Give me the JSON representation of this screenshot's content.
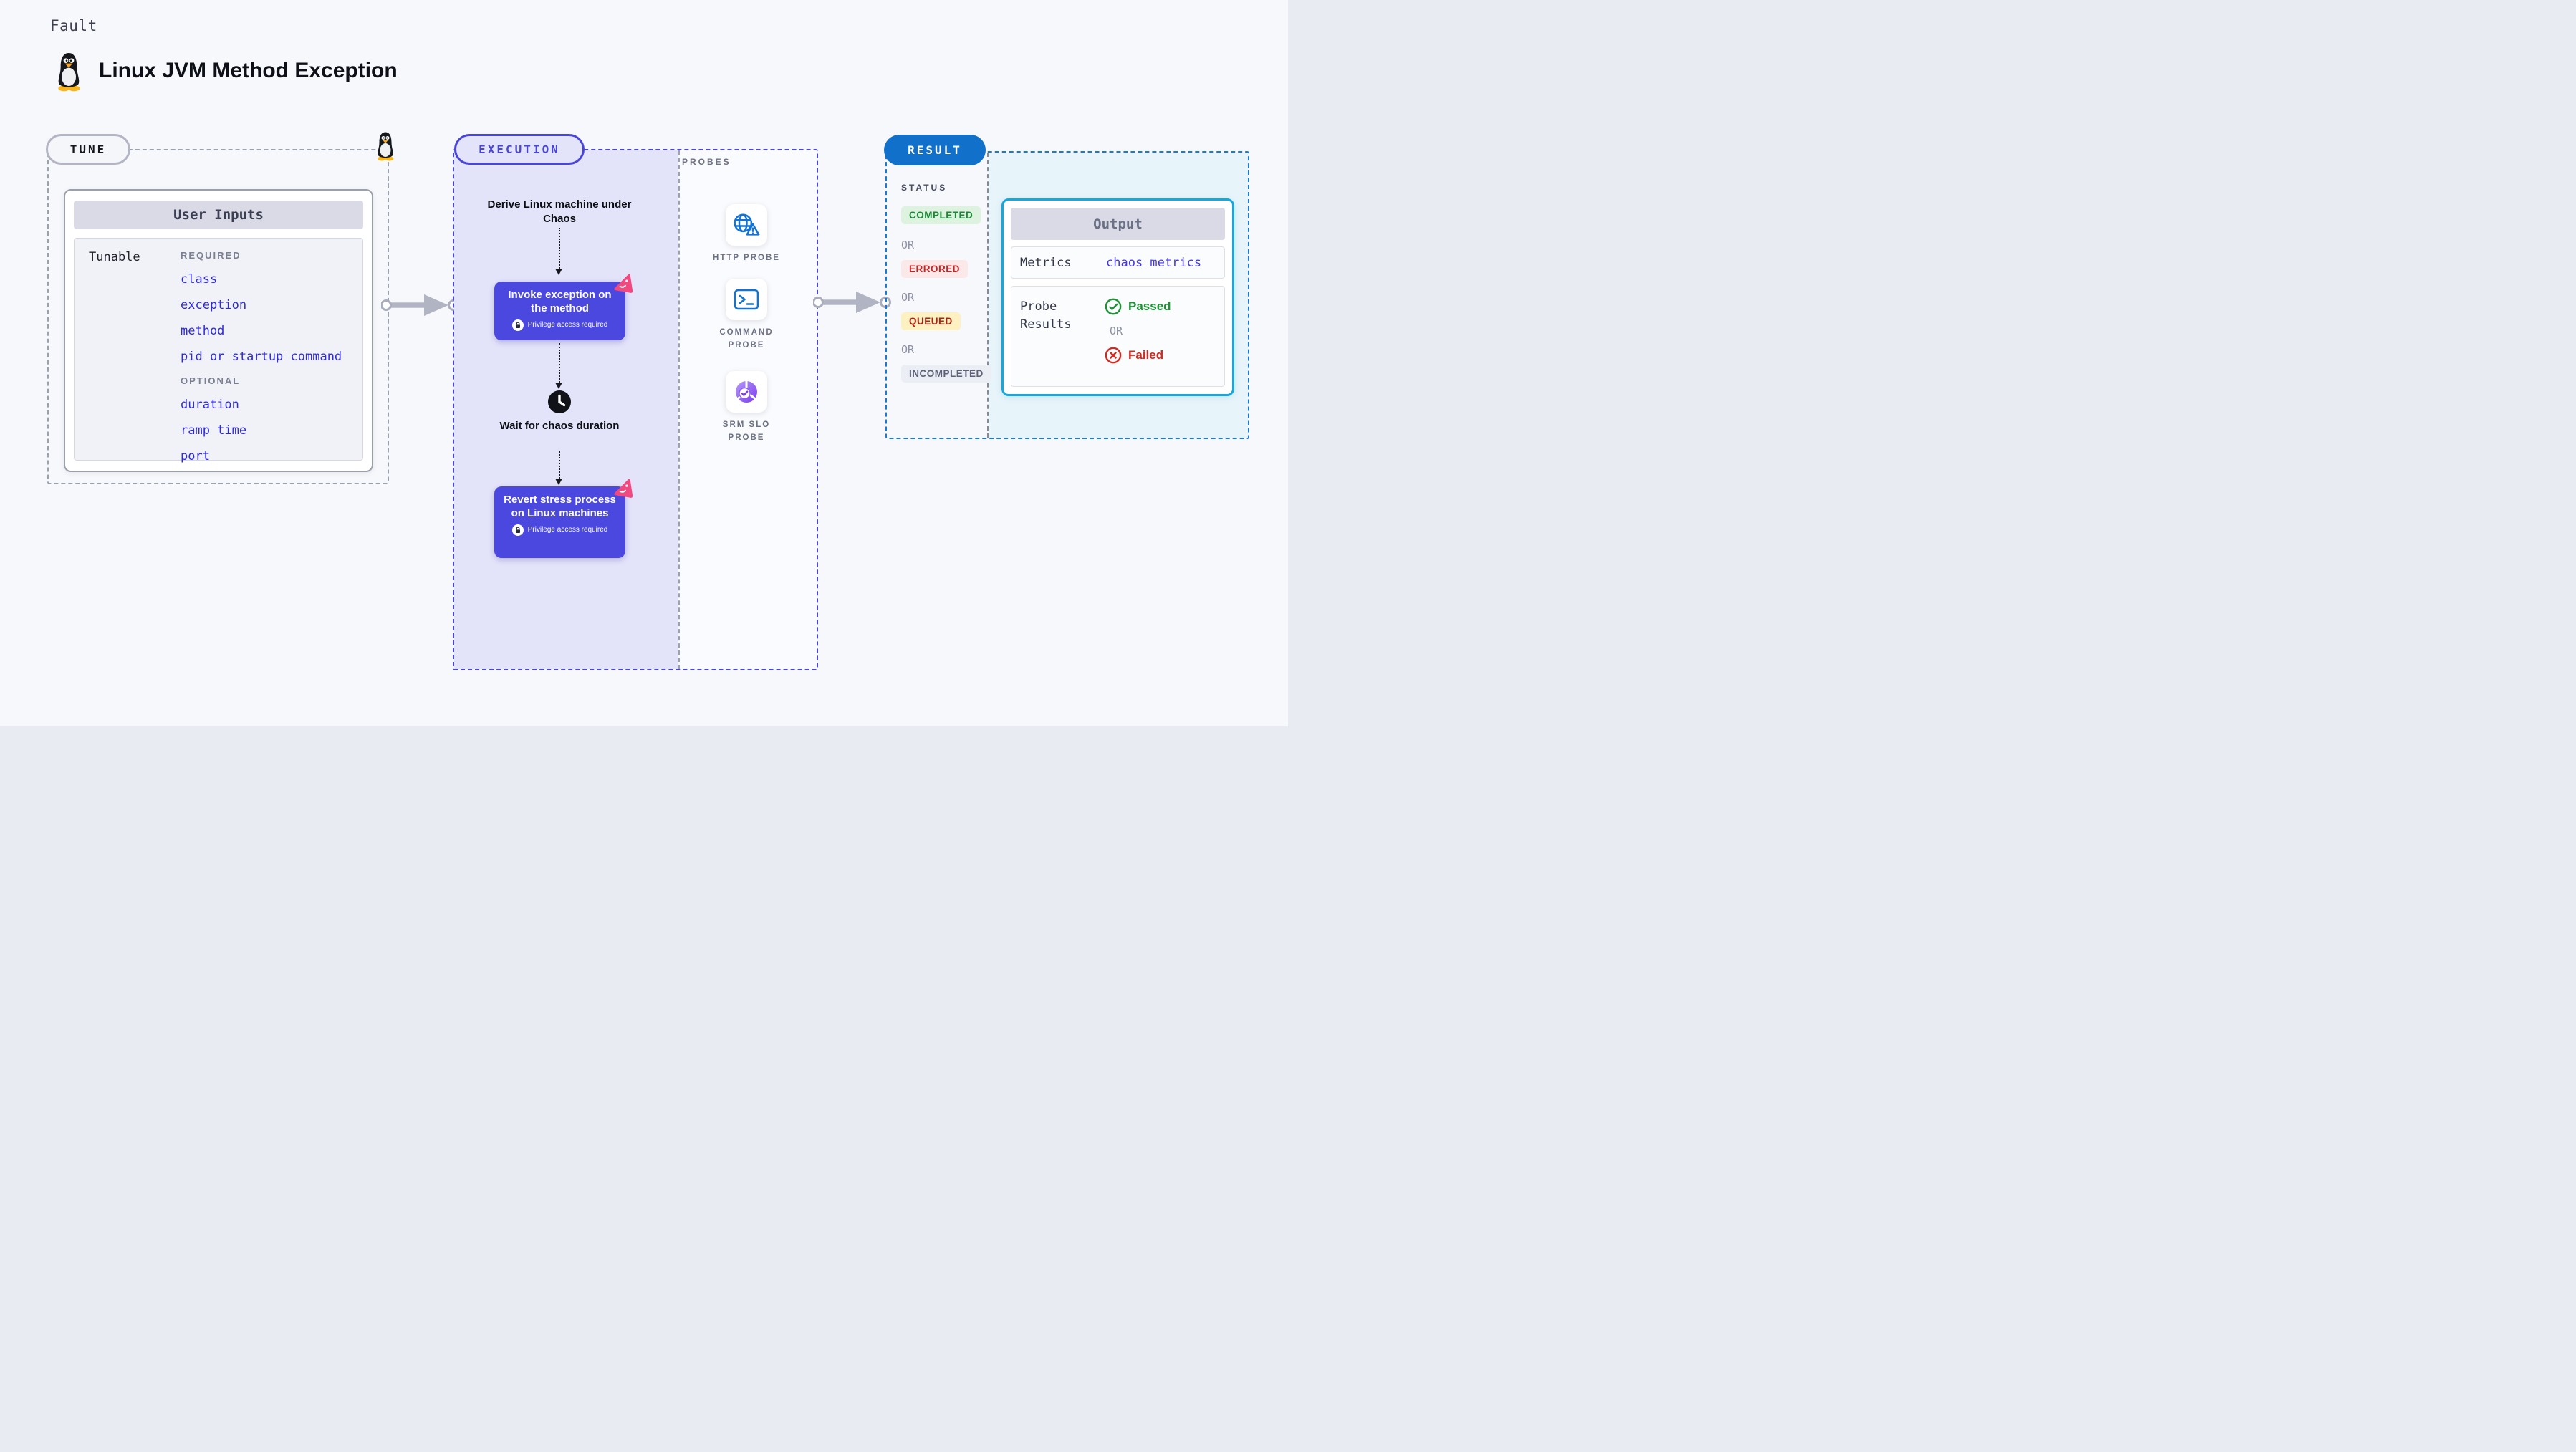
{
  "header": {
    "kicker": "Fault",
    "title": "Linux JVM Method Exception",
    "icon": "linux-tux"
  },
  "tune": {
    "label": "TUNE",
    "card_title": "User Inputs",
    "row_label": "Tunable",
    "required_label": "REQUIRED",
    "required": [
      "class",
      "exception",
      "method",
      "pid or startup command"
    ],
    "optional_label": "OPTIONAL",
    "optional": [
      "duration",
      "ramp time",
      "port"
    ]
  },
  "execution": {
    "label": "EXECUTION",
    "step_derive": "Derive Linux machine under Chaos",
    "invoke_title": "Invoke exception on the method",
    "wait_title": "Wait for chaos duration",
    "revert_title": "Revert stress process on Linux machines",
    "privilege": "Privilege access required"
  },
  "probes": {
    "label": "PROBES",
    "items": [
      {
        "icon": "http-probe-icon",
        "label": "HTTP PROBE"
      },
      {
        "icon": "command-probe-icon",
        "label": "COMMAND PROBE"
      },
      {
        "icon": "srm-slo-probe-icon",
        "label": "SRM SLO PROBE"
      }
    ]
  },
  "result": {
    "label": "RESULT",
    "status_label": "STATUS",
    "or_label": "OR",
    "statuses": [
      {
        "text": "COMPLETED",
        "color": "#188a36"
      },
      {
        "text": "ERRORED",
        "color": "#c52525"
      },
      {
        "text": "QUEUED",
        "color": "#b01f12"
      },
      {
        "text": "INCOMPLETED",
        "color": "#5c6177"
      }
    ],
    "output": {
      "title": "Output",
      "metrics_label": "Metrics",
      "metrics_link": "chaos metrics",
      "probe_results_label": "Probe Results",
      "passed": "Passed",
      "failed": "Failed"
    }
  },
  "colors": {
    "accent_indigo": "#4a45d9",
    "action_box_indigo": "#4b48e0",
    "lavender_panel": "#e3e3fa",
    "pink_badge": "#f1487f",
    "result_blue": "#1070ca",
    "result_dash_blue": "#1b79d3",
    "output_cyan_border": "#14a8de",
    "output_cyan_bg": "#e7f5fb",
    "link_blue": "#2e2ade",
    "probe_icon_blue": "#1273d4",
    "srm_purple": "#7c3aed",
    "status_green": "#188a36",
    "status_red": "#c52525",
    "queued_yellow_bg": "#fdf1c2",
    "gray_dash": "#9ba1ae"
  }
}
